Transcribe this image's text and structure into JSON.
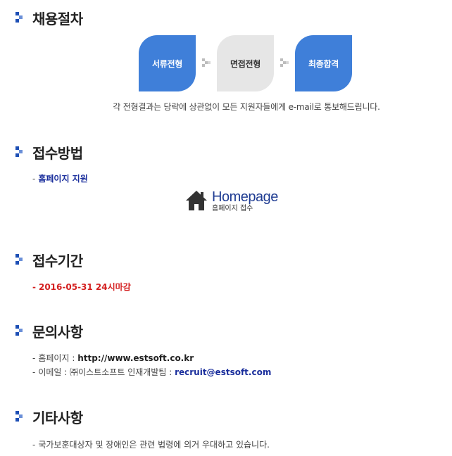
{
  "sections": {
    "process": {
      "title": "채용절차"
    },
    "method": {
      "title": "접수방법"
    },
    "period": {
      "title": "접수기간"
    },
    "inquiry": {
      "title": "문의사항"
    },
    "etc": {
      "title": "기타사항"
    }
  },
  "process": {
    "steps": [
      "서류전형",
      "면접전형",
      "최종합격"
    ],
    "note": "각 전형결과는 당락에 상관없이 모든 지원자들에게 e-mail로 통보해드립니다."
  },
  "method": {
    "dash": "-",
    "item": "홈페이지 지원",
    "homepage_big": "Homepage",
    "homepage_small": "홈페이지 접수",
    "icon": "house-icon"
  },
  "period": {
    "dash": "-",
    "deadline": "2016-05-31 24시마감"
  },
  "inquiry": {
    "homepage_label": "홈페이지 : ",
    "homepage_value": "http://www.estsoft.co.kr",
    "email_label": "이메일 : ㈜이스트소프트 인재개발팀 : ",
    "email_value": "recruit@estsoft.com",
    "dash": "-"
  },
  "etc": {
    "dash": "-",
    "text": "국가보훈대상자 및 장애인은 관련 법령에 의거 우대하고 있습니다."
  },
  "colors": {
    "accent_blue": "#3f7fd9",
    "link_blue": "#1a2e9c",
    "deadline_red": "#d42020"
  }
}
